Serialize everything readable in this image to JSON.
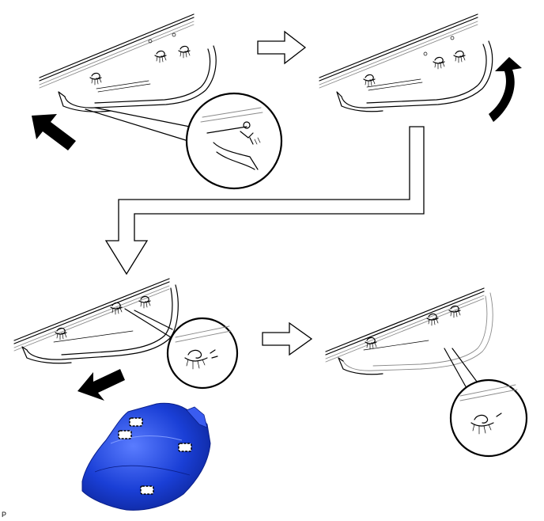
{
  "figure": {
    "steps": [
      {
        "id": "step-1",
        "action": "pull-up-edge",
        "arrow": "solid-up-left"
      },
      {
        "id": "step-2",
        "action": "lift-corner",
        "arrow": "solid-curved-up"
      },
      {
        "id": "step-3",
        "action": "pull-out-cover",
        "arrow": "solid-down-left"
      },
      {
        "id": "step-4",
        "action": "cover-removed",
        "arrow": "none"
      }
    ],
    "flow_arrows": [
      "step-1-to-step-2",
      "step-2-to-step-3",
      "step-3-to-step-4"
    ],
    "part": {
      "color": "#1a3fd6",
      "highlight": "#5a7cff",
      "shadow": "#0a1f8a",
      "clip_count": 4
    },
    "corner_label": "P"
  }
}
